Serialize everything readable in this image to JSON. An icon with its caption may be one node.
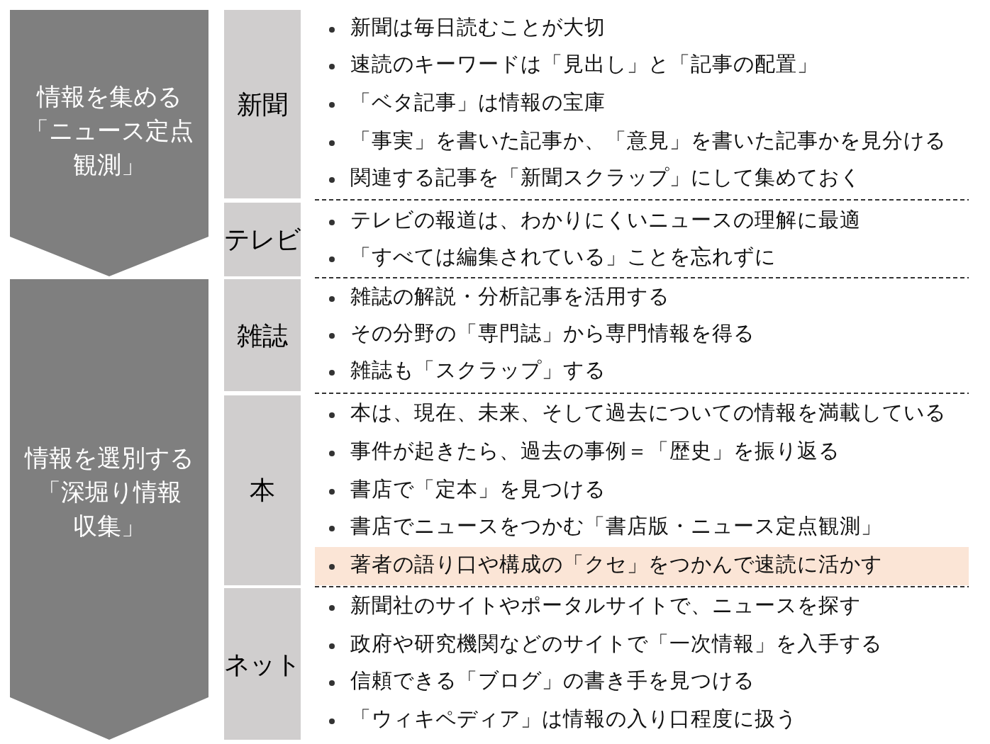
{
  "diagram": {
    "nodes": [
      {
        "text": [
          "情報を集める",
          "「ニュース定点観測」"
        ]
      },
      {
        "text": [
          "新聞"
        ],
        "beside": [
          "新聞は毎日読むことが大切",
          "速読のキーワードは「見出し」と「記事の配置」",
          "「ベタ記事」は情報の宝庫",
          "「事実」を書いた記事か、「意見」を書いた記事かを見分ける",
          "関連する記事を「新聞スクラップ」にして集めておく"
        ]
      },
      {
        "text": [
          "テレビ"
        ],
        "beside": [
          "テレビの報道は、わかりにくいニュースの理解に最適",
          "「すべては編集されている」ことを忘れずに"
        ]
      },
      {
        "text": [
          "情報を選別する",
          "「深堀り情報収集」"
        ]
      },
      {
        "text": [
          "雑誌"
        ],
        "beside": [
          "雑誌の解説・分析記事を活用する",
          "その分野の「専門誌」から専門情報を得る",
          "雑誌も「スクラップ」する"
        ]
      },
      {
        "text": [
          "本"
        ],
        "beside": [
          "本は、現在、未来、そして過去についての情報を満載している",
          "事件が起きたら、過去の事例＝「歴史」を振り返る",
          "書店で「定本」を見つける",
          "書店でニュースをつかむ「書店版・ニュース定点観測」",
          "著者の語り口や構成の「クセ」をつかんで速読に活かす"
        ]
      },
      {
        "text": [
          "ネット"
        ],
        "beside": [
          "新聞社のサイトやポータルサイトで、ニュースを探す",
          "政府や研究機関などのサイトで「一次情報」を入手する",
          "信頼できる「ブログ」の書き手を見つける",
          "「ウィキペディア」は情報の入り口程度に扱う"
        ]
      }
    ]
  }
}
